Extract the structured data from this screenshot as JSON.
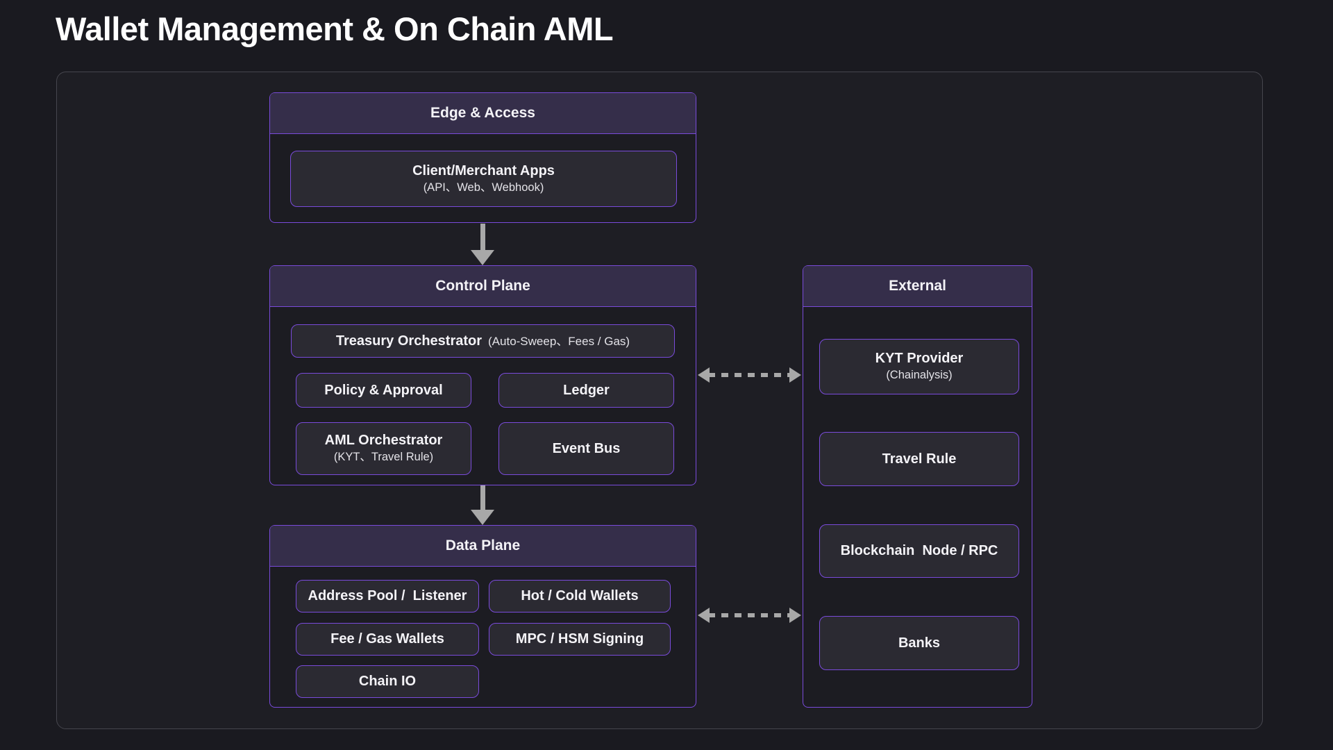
{
  "page": {
    "title": "Wallet Management & On Chain AML"
  },
  "edge_access": {
    "header": "Edge & Access",
    "client_apps_title": "Client/Merchant Apps",
    "client_apps_subtitle": "(API、Web、Webhook)"
  },
  "control_plane": {
    "header": "Control Plane",
    "treasury_title": "Treasury Orchestrator",
    "treasury_subtitle": "(Auto-Sweep、Fees / Gas)",
    "policy_approval": "Policy & Approval",
    "ledger": "Ledger",
    "aml_title": "AML Orchestrator",
    "aml_subtitle": "(KYT、Travel Rule)",
    "event_bus": "Event Bus"
  },
  "data_plane": {
    "header": "Data Plane",
    "address_pool": "Address Pool /  Listener",
    "hot_cold_wallets": "Hot / Cold Wallets",
    "fee_gas_wallets": "Fee / Gas Wallets",
    "mpc_hsm_signing": "MPC / HSM Signing",
    "chain_io": "Chain IO"
  },
  "external": {
    "header": "External",
    "kyt_title": "KYT Provider",
    "kyt_subtitle": "(Chainalysis)",
    "travel_rule": "Travel Rule",
    "blockchain_node": "Blockchain  Node / RPC",
    "banks": "Banks"
  },
  "colors": {
    "accent_purple": "#7a4bdb",
    "header_band": "#352e4a",
    "node_fill": "#2b2a32",
    "canvas_border": "#46464e",
    "arrow_gray": "#a8a8a8",
    "background": "#1a1a20"
  }
}
